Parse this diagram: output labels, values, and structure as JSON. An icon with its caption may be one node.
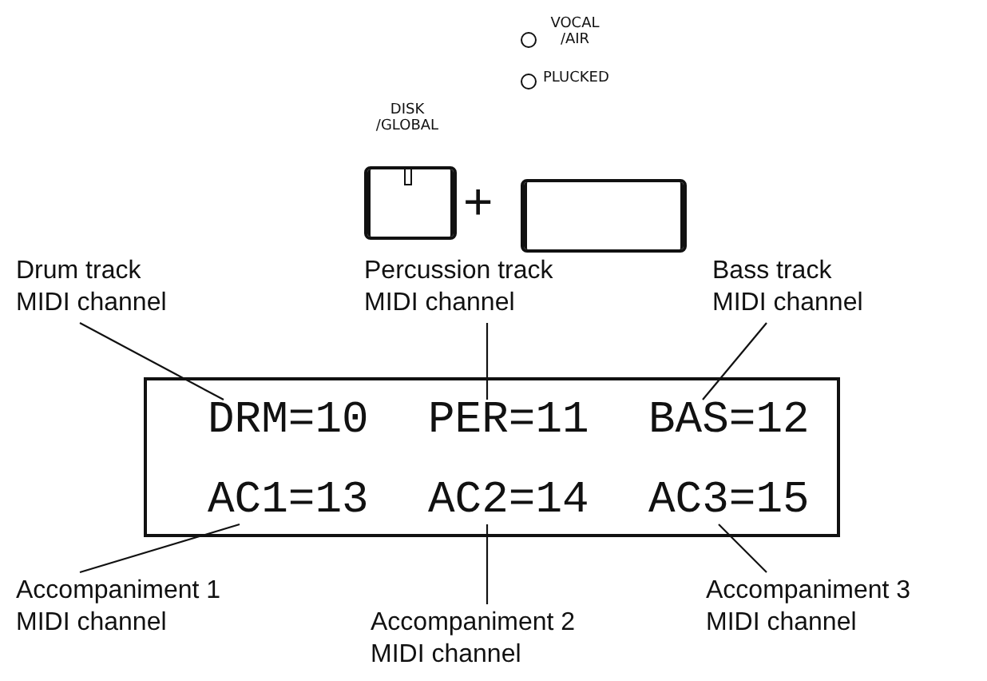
{
  "diagram": {
    "nodes": [
      {
        "text": [
          "DISK /GLOBAL"
        ]
      },
      {
        "text": [
          "VOCAL /AIR",
          "PLUCKED"
        ]
      },
      {
        "text": [],
        "shape": "box"
      },
      {
        "text": [
          "DRM=10"
        ],
        "in": 2
      },
      {
        "text": [
          "PER=11"
        ],
        "in": 2
      },
      {
        "text": [
          "BAS=12"
        ],
        "in": 2
      },
      {
        "text": [
          "AC1=13"
        ],
        "in": 2
      },
      {
        "text": [
          "AC2=14"
        ],
        "in": 2
      },
      {
        "text": [
          "AC3=15"
        ],
        "in": 2
      },
      {
        "text": [
          "Drum track MIDI channel"
        ]
      },
      {
        "text": [
          "Percussion track MIDI channel"
        ]
      },
      {
        "text": [
          "Bass track MIDI channel"
        ]
      },
      {
        "text": [
          "Accompaniment 1 MIDI channel"
        ]
      },
      {
        "text": [
          "Accompaniment 2 MIDI channel"
        ]
      },
      {
        "text": [
          "Accompaniment 3 MIDI channel"
        ]
      }
    ],
    "edges": [
      {
        "from": 9,
        "to": 3,
        "arrow": "none"
      },
      {
        "from": 10,
        "to": 4,
        "arrow": "none"
      },
      {
        "from": 11,
        "to": 5,
        "arrow": "none"
      },
      {
        "from": 12,
        "to": 6,
        "arrow": "none"
      },
      {
        "from": 13,
        "to": 7,
        "arrow": "none"
      },
      {
        "from": 14,
        "to": 8,
        "arrow": "none"
      }
    ],
    "labels": [
      "+"
    ]
  }
}
